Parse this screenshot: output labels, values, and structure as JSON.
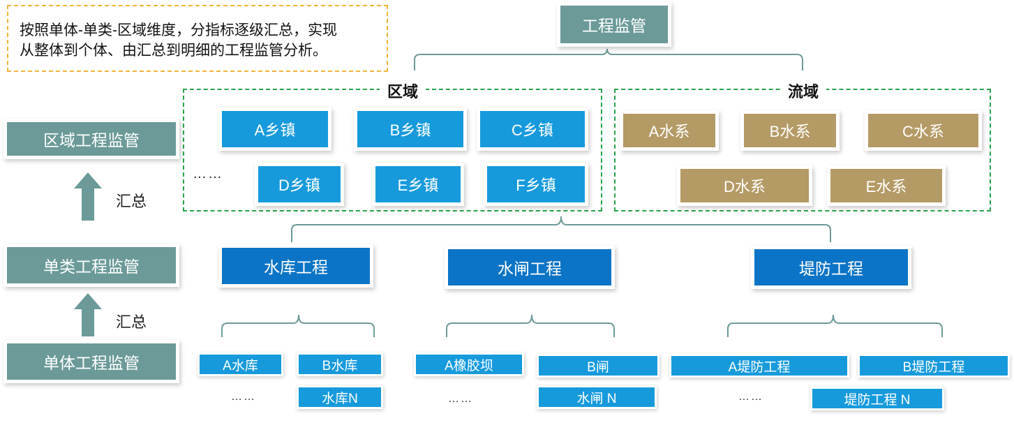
{
  "note": {
    "line1": "按照单体-单类-区域维度，分指标逐级汇总，实现",
    "line2": "从整体到个体、由汇总到明细的工程监管分析。"
  },
  "top": {
    "title": "工程监管"
  },
  "left": {
    "region_level": "区域工程监管",
    "class_level": "单类工程监管",
    "unit_level": "单体工程监管",
    "summary_label_1": "汇总",
    "summary_label_2": "汇总"
  },
  "region_group": {
    "title": "区域",
    "towns": [
      "A乡镇",
      "B乡镇",
      "C乡镇",
      "D乡镇",
      "E乡镇",
      "F乡镇"
    ],
    "ellipsis": "……"
  },
  "basin_group": {
    "title": "流域",
    "systems": [
      "A水系",
      "B水系",
      "C水系",
      "D水系",
      "E水系"
    ]
  },
  "categories": [
    "水库工程",
    "水闸工程",
    "堤防工程"
  ],
  "units": {
    "reservoir": [
      "A水库",
      "B水库",
      "水库N"
    ],
    "sluice": [
      "A橡胶坝",
      "B闸",
      "水闸 N"
    ],
    "embankment": [
      "A堤防工程",
      "B堤防工程",
      "堤防工程 N"
    ],
    "ellipsis": "……"
  },
  "colors": {
    "teal": "#6b9a98",
    "blue": "#179adc",
    "dark_blue": "#0b74c6",
    "tan": "#b49a65",
    "green_dash": "#2aa24a",
    "orange_dash": "#f0b43c"
  }
}
